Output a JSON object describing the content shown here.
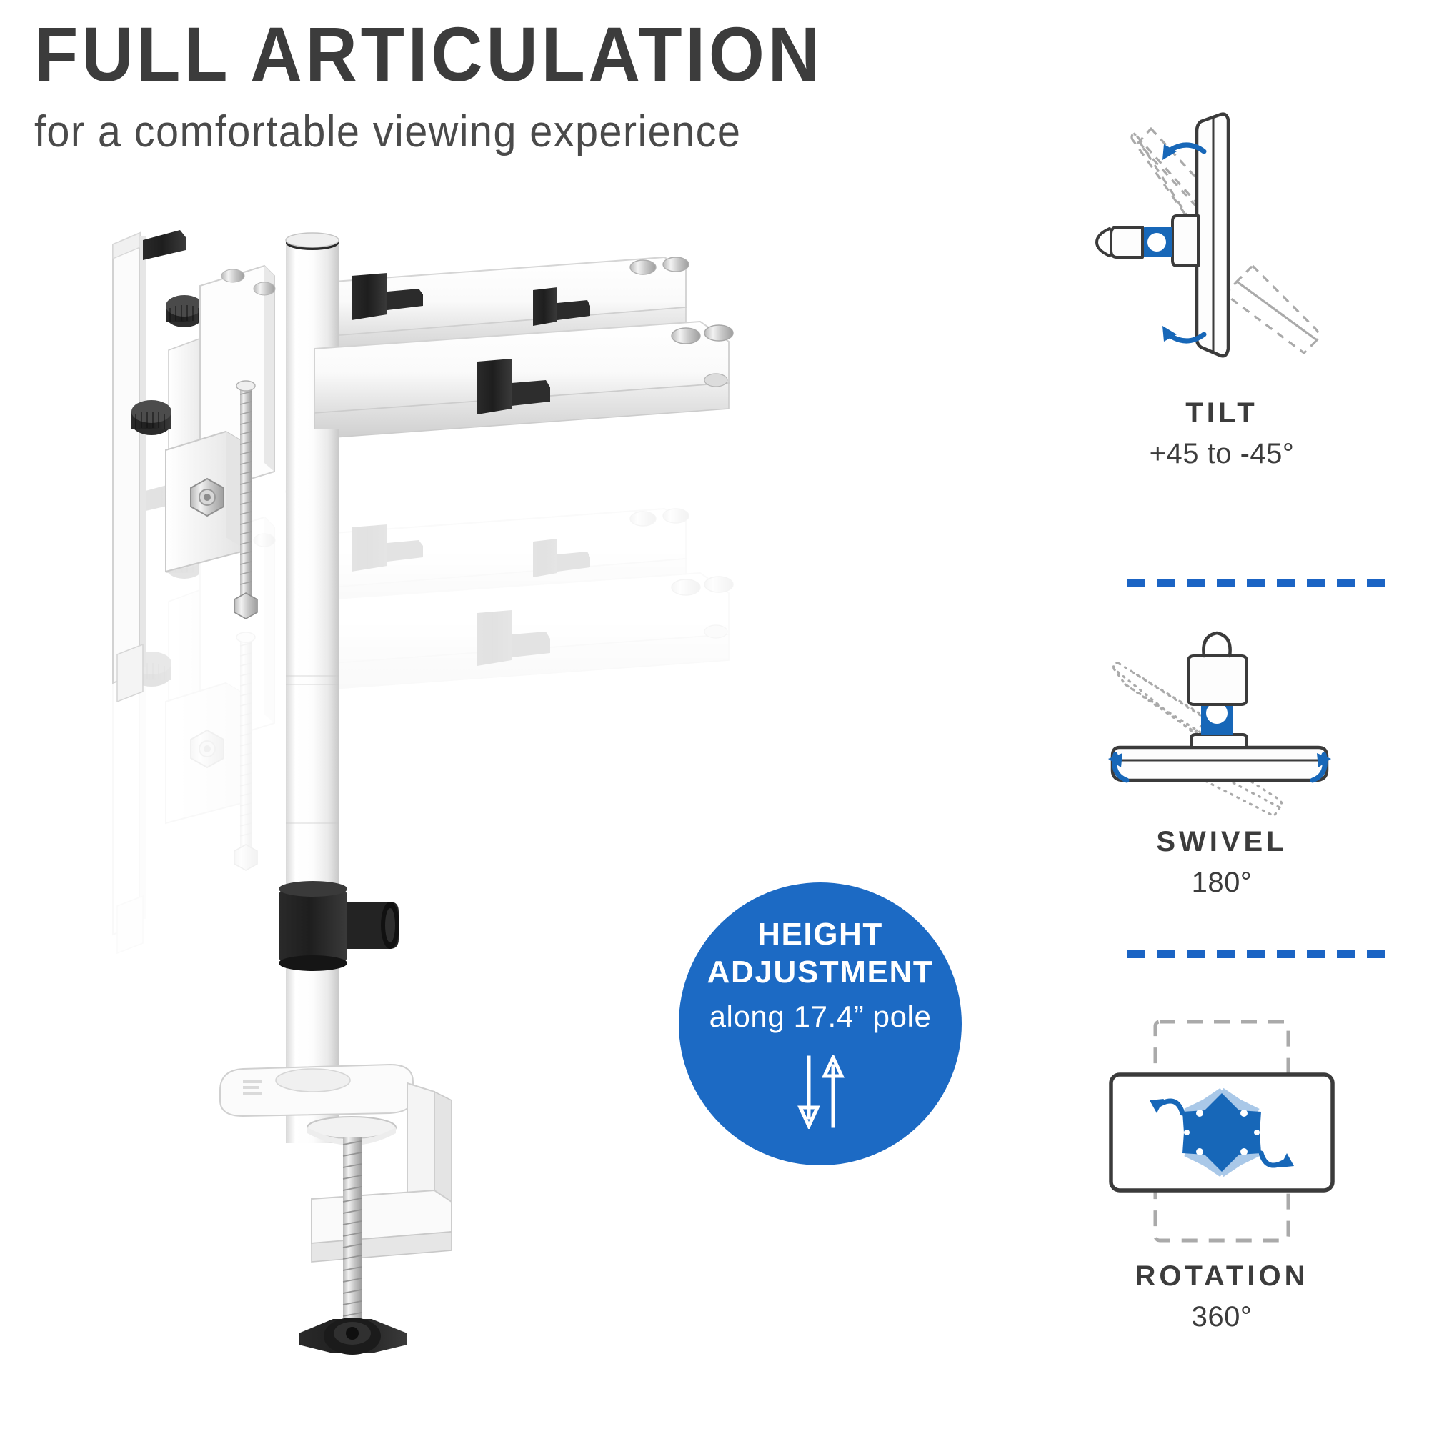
{
  "header": {
    "title": "FULL ARTICULATION",
    "subtitle": "for a comfortable viewing experience"
  },
  "badge": {
    "line1": "HEIGHT",
    "line2": "ADJUSTMENT",
    "line3": "along 17.4” pole",
    "arrows_icon": "down-up-arrows-icon",
    "bg_color": "#1c6ac4",
    "text_color": "#ffffff"
  },
  "product": {
    "alt": "white articulating single monitor desk mount with pole, arm, VESA plate and C-clamp, shown with a faded duplicate at a lower height"
  },
  "features": [
    {
      "icon": "tilt-icon",
      "name": "TILT",
      "value": "+45 to -45°"
    },
    {
      "icon": "swivel-icon",
      "name": "SWIVEL",
      "value": "180°"
    },
    {
      "icon": "rotation-icon",
      "name": "ROTATION",
      "value": "360°"
    }
  ],
  "dividers": [
    {
      "name": "divider-tilt-swivel"
    },
    {
      "name": "divider-swivel-rotation"
    }
  ],
  "colors": {
    "accent_blue": "#1c6ac4",
    "divider_blue": "#1b64c4",
    "icon_blue": "#1767b8",
    "icon_blue_light": "#a9c8e8",
    "text_dark": "#3c3c3c",
    "outline_dark": "#3b3b3b",
    "dashed_gray": "#a8a8a8",
    "background": "#ffffff"
  }
}
